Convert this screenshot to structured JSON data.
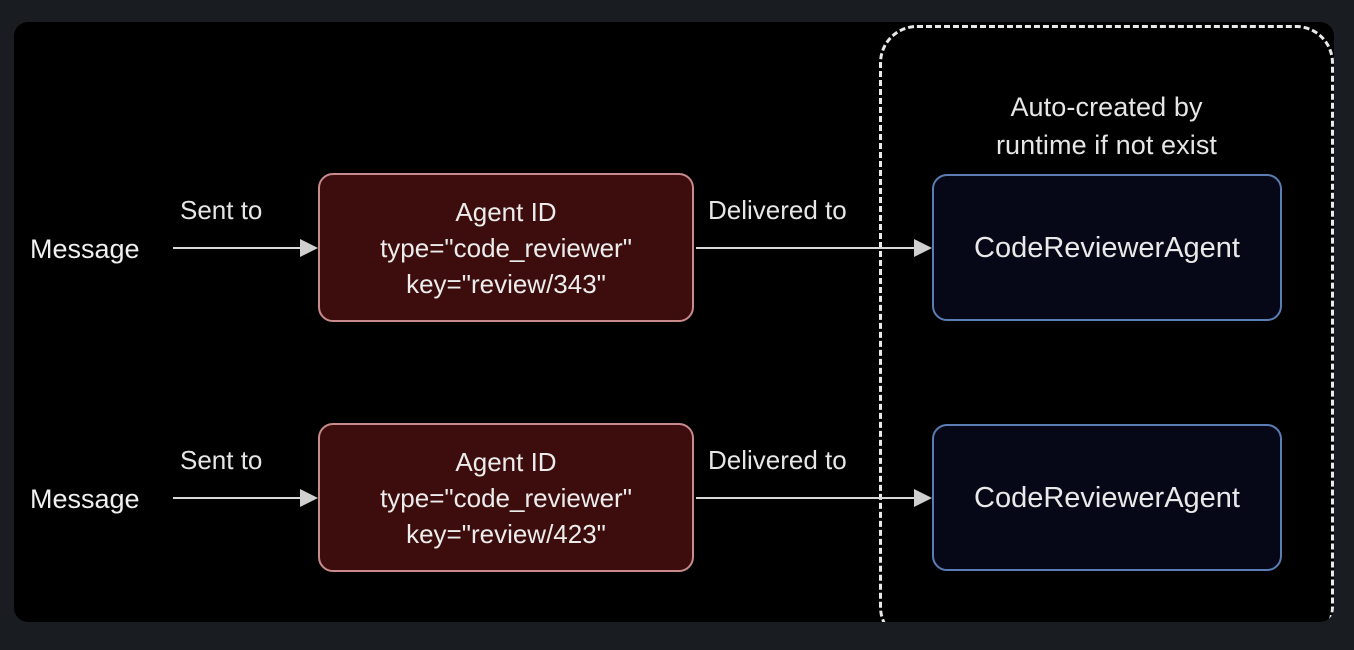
{
  "canvas": {
    "background": "#191c21",
    "panel_background": "#000000"
  },
  "region": {
    "name": "auto-created-region",
    "caption": "Auto-created by\nruntime if not exist",
    "border_style": "dashed",
    "border_color": "#e9e9e9"
  },
  "colors": {
    "agent_id_fill": "#3d0d0d",
    "agent_id_border": "#c88a8a",
    "agent_fill": "#060818",
    "agent_border": "#5a7db3",
    "text": "#ececec",
    "arrow": "#d9d9d9"
  },
  "flows": [
    {
      "source_label": "Message",
      "edge1_label": "Sent to",
      "agent_id": {
        "title": "Agent ID",
        "type_line": "type=\"code_reviewer\"",
        "key_line": "key=\"review/343\""
      },
      "edge2_label": "Delivered to",
      "agent_label": "CodeReviewerAgent"
    },
    {
      "source_label": "Message",
      "edge1_label": "Sent to",
      "agent_id": {
        "title": "Agent ID",
        "type_line": "type=\"code_reviewer\"",
        "key_line": "key=\"review/423\""
      },
      "edge2_label": "Delivered to",
      "agent_label": "CodeReviewerAgent"
    }
  ]
}
